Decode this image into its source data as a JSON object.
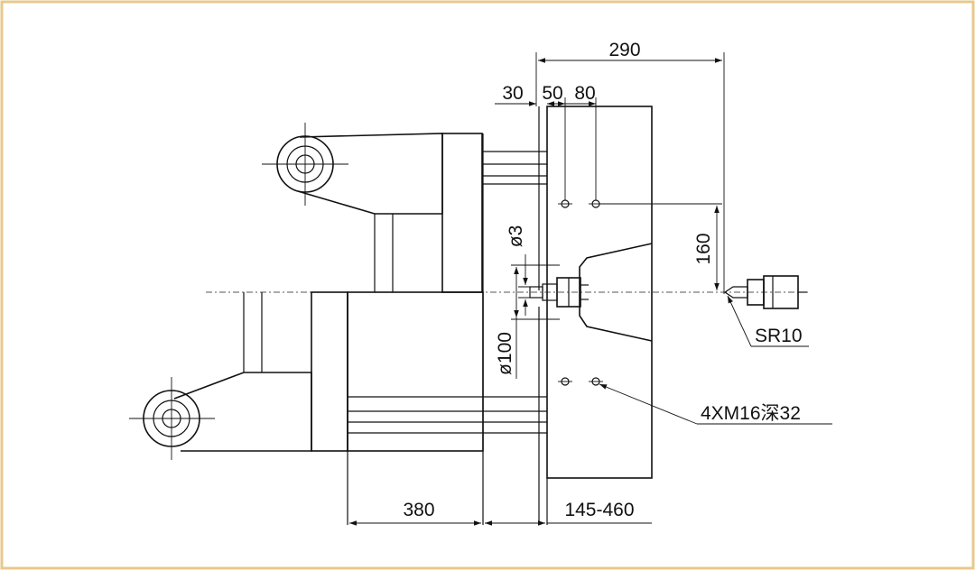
{
  "colors": {
    "frame": "#e9c98a",
    "ink": "#111111",
    "background": "#ffffff"
  },
  "dimensions": {
    "d290": "290",
    "d30": "30",
    "d50": "50",
    "d80": "80",
    "d160": "160",
    "d3": "ø3",
    "d100": "ø100",
    "sr10": "SR10",
    "holes": "4XM16深32",
    "d380": "380",
    "d145_460": "145-460"
  }
}
